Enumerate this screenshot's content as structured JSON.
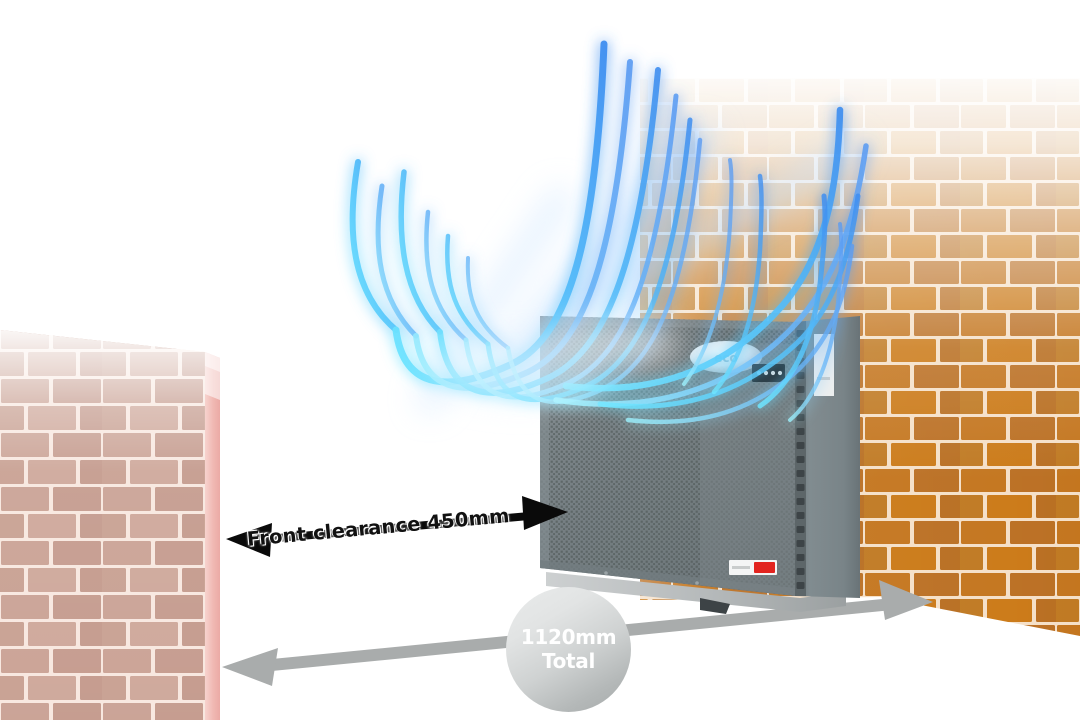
{
  "scene": {
    "title": "Air source heat pump outdoor unit clearance diagram",
    "background_color": "#ffffff"
  },
  "walls": {
    "right": {
      "name": "rear-brick-wall",
      "brick_color_bottom": "#c8741c",
      "brick_color_top": "#f2e7dd",
      "mortar_color": "#f3ddc8"
    },
    "left": {
      "name": "side-brick-wall",
      "brick_color": "#c9a397",
      "mortar_color": "#f6e6de",
      "edge_color": "#f0b9b4"
    }
  },
  "unit": {
    "name": "heat-pump-outdoor-unit",
    "body_color": "#6f7a7e",
    "grille_color": "#717c80",
    "side_panel_color": "#7c878b",
    "base_color": "#b9bcbd",
    "logo_badge": "manufacturer-oval-logo",
    "led_panel": "status-led-panel",
    "led_count": 4,
    "brand_label_color": "#e2241f"
  },
  "airflow": {
    "name": "airflow-streamlines",
    "color_core": "#7fe8ff",
    "color_mid": "#4aa8f5",
    "color_glow": "#b9dcff",
    "stream_count": 14,
    "description": "Curved glowing air discharge streamlines arcing up and over the unit"
  },
  "annotations": {
    "front_clearance": {
      "name": "front-clearance-dimension",
      "label": "Front clearance 450mm",
      "value_mm": 450,
      "arrow_color": "#000000",
      "arrow_style": "double-headed"
    },
    "total": {
      "name": "total-dimension",
      "line1": "1120mm",
      "line2": "Total",
      "value_mm": 1120,
      "arrow_color": "#a8abab",
      "arrow_style": "double-headed",
      "badge_shape": "circle"
    }
  }
}
